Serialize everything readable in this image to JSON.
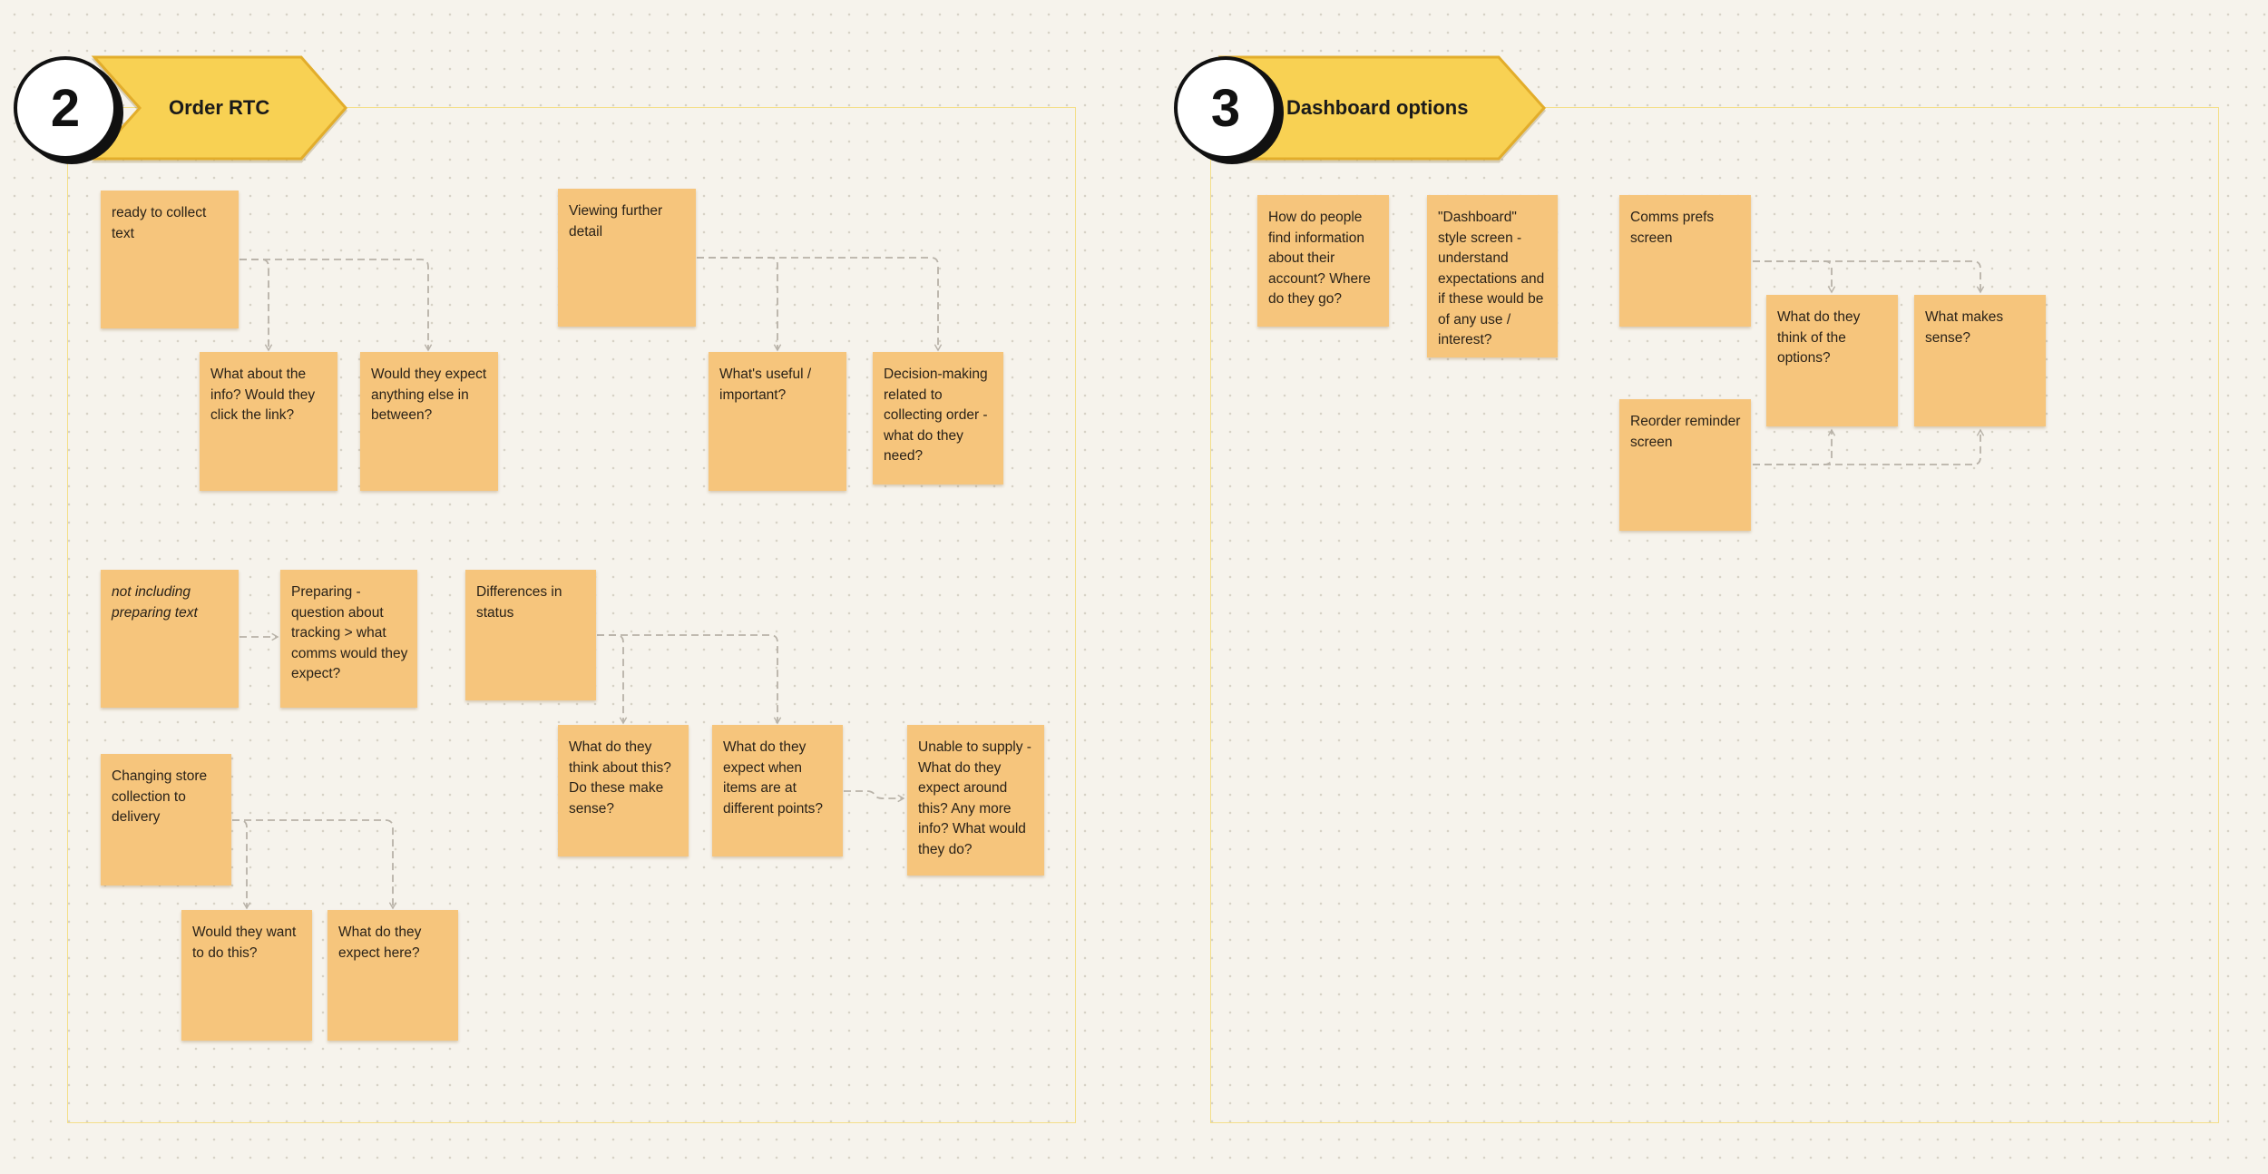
{
  "colors": {
    "background": "#f6f3ec",
    "dots": "#d7d2c6",
    "frame_border": "#f4df8a",
    "banner_fill": "#f8d153",
    "banner_stroke": "#e2ad2b",
    "sticky_fill": "#f6c57c",
    "connector": "#b8b2a8"
  },
  "sections": [
    {
      "number": "2",
      "title": "Order RTC"
    },
    {
      "number": "3",
      "title": "Dashboard options"
    }
  ],
  "stickies": {
    "s2_ready_to_collect": "ready to collect text",
    "s2_info_link": "What about the info? Would they click the link?",
    "s2_expect_between": "Would they expect anything else in between?",
    "s2_viewing_detail": "Viewing further detail",
    "s2_useful": "What's useful / important?",
    "s2_decision_making": "Decision-making related to collecting order - what do they need?",
    "s2_not_including": "not including preparing text",
    "s2_preparing": "Preparing - question about tracking > what comms would they expect?",
    "s2_differences": "Differences in status",
    "s2_think_about": "What do they think about this? Do these make sense?",
    "s2_expect_points": "What do they expect when items are at different points?",
    "s2_unable_supply": "Unable to supply - What do they expect around this? Any more info? What would they do?",
    "s2_changing_store": "Changing store collection to delivery",
    "s2_want_to_do": "Would they want to do this?",
    "s2_expect_here": "What do they expect here?",
    "s3_find_info": "How do people find information about their account? Where do they go?",
    "s3_dashboard_style": "\"Dashboard\" style screen - understand expectations and if these would be of any use / interest?",
    "s3_comms_prefs": "Comms prefs screen",
    "s3_think_options": "What do they think of the options?",
    "s3_makes_sense": "What makes sense?",
    "s3_reorder_reminder": "Reorder reminder screen"
  }
}
